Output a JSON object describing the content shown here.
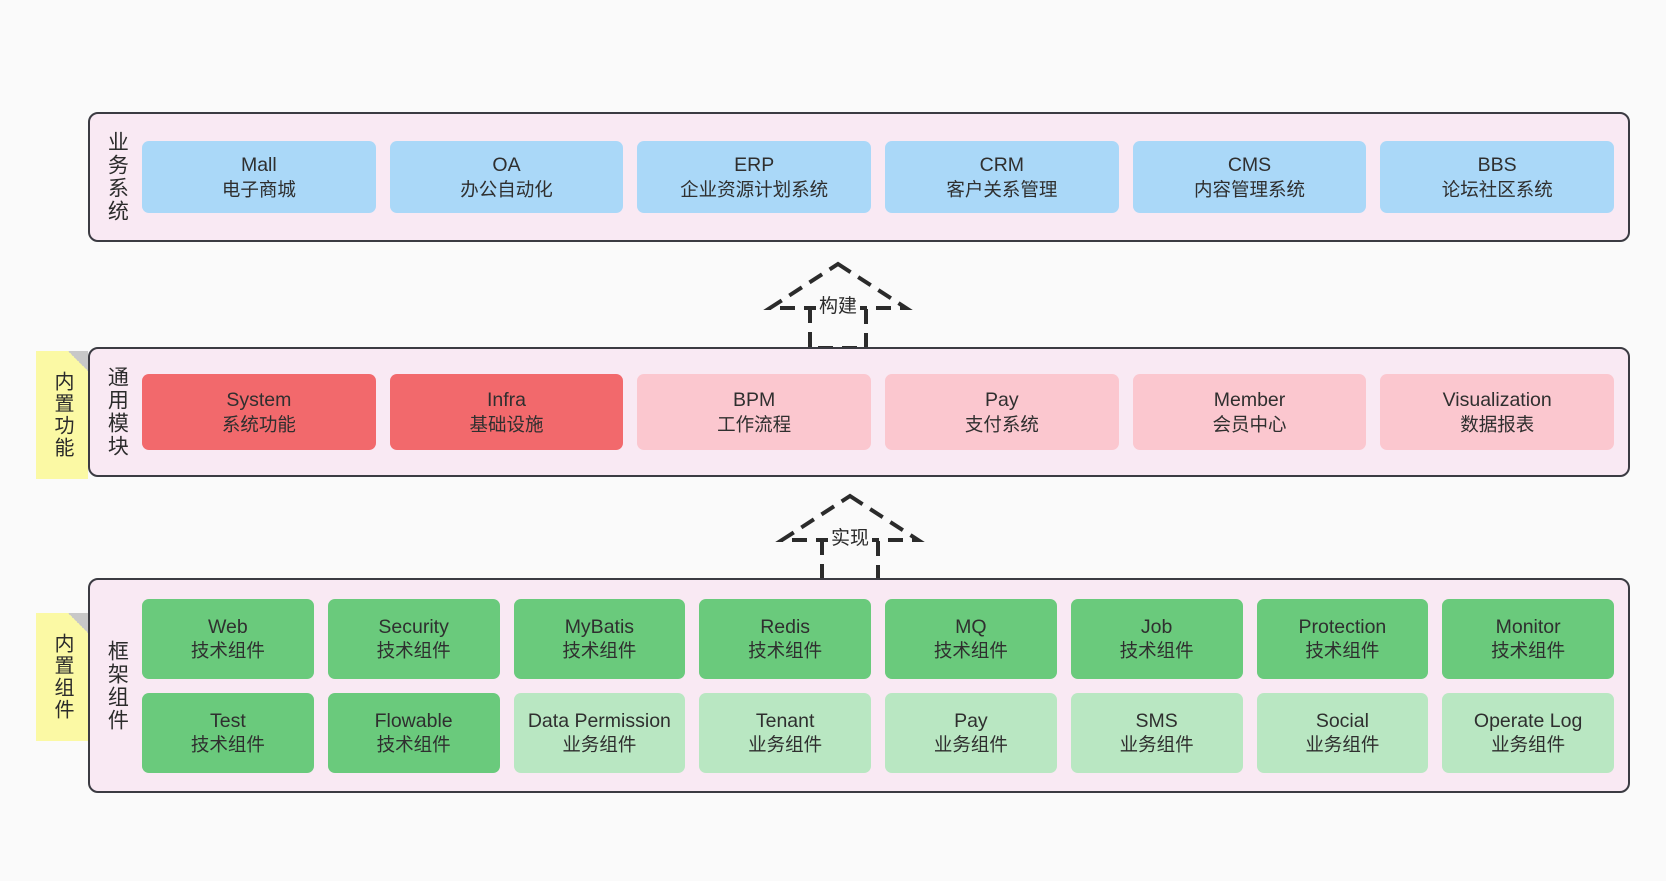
{
  "canvas": {
    "background": "#fafafa",
    "panel_fill": "#f9e9f3",
    "panel_border": "#3b3b42",
    "note_fill": "#fbf9a4",
    "note_fold": "#c8c8c8"
  },
  "layers": [
    {
      "id": "business-systems",
      "title": "业务系统",
      "rows": [
        {
          "boxes": [
            {
              "title": "Mall",
              "sub": "电子商城",
              "color": "#aad8f8",
              "tone": "blue"
            },
            {
              "title": "OA",
              "sub": "办公自动化",
              "color": "#aad8f8",
              "tone": "blue"
            },
            {
              "title": "ERP",
              "sub": "企业资源计划系统",
              "color": "#aad8f8",
              "tone": "blue"
            },
            {
              "title": "CRM",
              "sub": "客户关系管理",
              "color": "#aad8f8",
              "tone": "blue"
            },
            {
              "title": "CMS",
              "sub": "内容管理系统",
              "color": "#aad8f8",
              "tone": "blue"
            },
            {
              "title": "BBS",
              "sub": "论坛社区系统",
              "color": "#aad8f8",
              "tone": "blue"
            }
          ]
        }
      ]
    },
    {
      "id": "common-modules",
      "title": "通用模块",
      "note": "内置功能",
      "rows": [
        {
          "boxes": [
            {
              "title": "System",
              "sub": "系统功能",
              "color": "#f2696c",
              "tone": "red"
            },
            {
              "title": "Infra",
              "sub": "基础设施",
              "color": "#f2696c",
              "tone": "red"
            },
            {
              "title": "BPM",
              "sub": "工作流程",
              "color": "#fbc7cf",
              "tone": "pink"
            },
            {
              "title": "Pay",
              "sub": "支付系统",
              "color": "#fbc7cf",
              "tone": "pink"
            },
            {
              "title": "Member",
              "sub": "会员中心",
              "color": "#fbc7cf",
              "tone": "pink"
            },
            {
              "title": "Visualization",
              "sub": "数据报表",
              "color": "#fbc7cf",
              "tone": "pink"
            }
          ]
        }
      ]
    },
    {
      "id": "framework-components",
      "title": "框架组件",
      "note": "内置组件",
      "rows": [
        {
          "boxes": [
            {
              "title": "Web",
              "sub": "技术组件",
              "color": "#6aca7c",
              "tone": "green"
            },
            {
              "title": "Security",
              "sub": "技术组件",
              "color": "#6aca7c",
              "tone": "green"
            },
            {
              "title": "MyBatis",
              "sub": "技术组件",
              "color": "#6aca7c",
              "tone": "green"
            },
            {
              "title": "Redis",
              "sub": "技术组件",
              "color": "#6aca7c",
              "tone": "green"
            },
            {
              "title": "MQ",
              "sub": "技术组件",
              "color": "#6aca7c",
              "tone": "green"
            },
            {
              "title": "Job",
              "sub": "技术组件",
              "color": "#6aca7c",
              "tone": "green"
            },
            {
              "title": "Protection",
              "sub": "技术组件",
              "color": "#6aca7c",
              "tone": "green"
            },
            {
              "title": "Monitor",
              "sub": "技术组件",
              "color": "#6aca7c",
              "tone": "green"
            }
          ]
        },
        {
          "boxes": [
            {
              "title": "Test",
              "sub": "技术组件",
              "color": "#6aca7c",
              "tone": "green"
            },
            {
              "title": "Flowable",
              "sub": "技术组件",
              "color": "#6aca7c",
              "tone": "green"
            },
            {
              "title": "Data Permission",
              "sub": "业务组件",
              "color": "#b9e7c2",
              "tone": "lightgreen"
            },
            {
              "title": "Tenant",
              "sub": "业务组件",
              "color": "#b9e7c2",
              "tone": "lightgreen"
            },
            {
              "title": "Pay",
              "sub": "业务组件",
              "color": "#b9e7c2",
              "tone": "lightgreen"
            },
            {
              "title": "SMS",
              "sub": "业务组件",
              "color": "#b9e7c2",
              "tone": "lightgreen"
            },
            {
              "title": "Social",
              "sub": "业务组件",
              "color": "#b9e7c2",
              "tone": "lightgreen"
            },
            {
              "title": "Operate Log",
              "sub": "业务组件",
              "color": "#b9e7c2",
              "tone": "lightgreen"
            }
          ]
        }
      ]
    }
  ],
  "connectors": [
    {
      "id": "build",
      "label": "构建",
      "from": "common-modules",
      "to": "business-systems",
      "style": "dashed-generalization"
    },
    {
      "id": "implement",
      "label": "实现",
      "from": "framework-components",
      "to": "common-modules",
      "style": "dashed-generalization"
    }
  ]
}
